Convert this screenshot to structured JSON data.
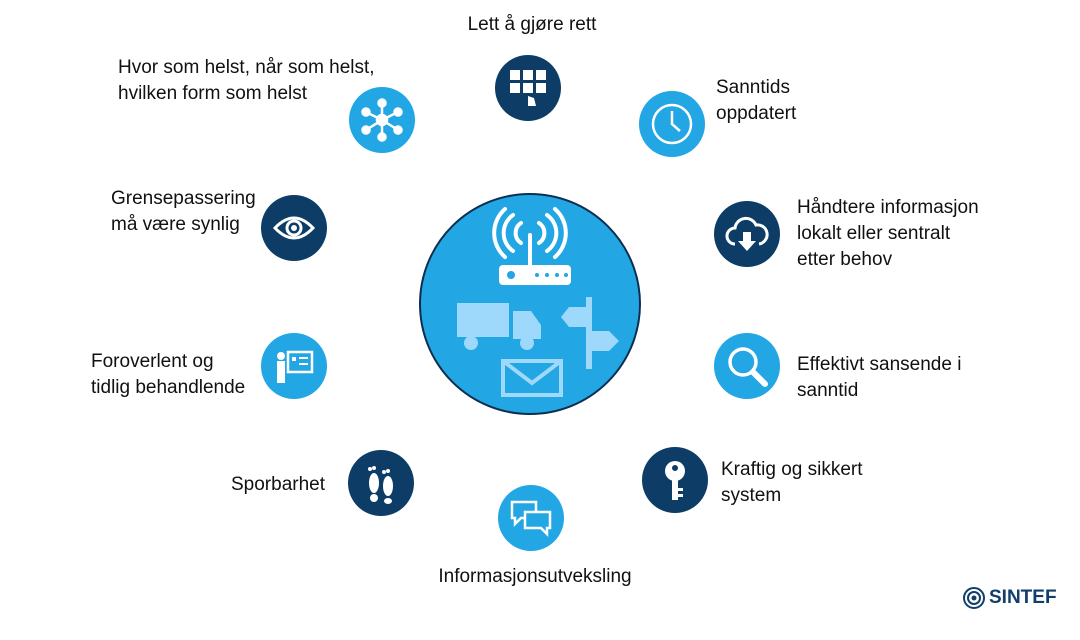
{
  "colors": {
    "dark": "#0d3d66",
    "light": "#23a6e4",
    "center": "#23a6e4",
    "icon_pale": "#9ed8fb"
  },
  "nodes": [
    {
      "id": "top",
      "icon": "apps-grid-icon",
      "lines": [
        "Lett å gjøre rett"
      ],
      "tone": "dark"
    },
    {
      "id": "anywhere",
      "icon": "network-hub-icon",
      "lines": [
        "Hvor som helst, når som helst,",
        "hvilken form som helst"
      ],
      "tone": "light"
    },
    {
      "id": "realtime",
      "icon": "clock-icon",
      "lines": [
        "Sanntids",
        "oppdatert"
      ],
      "tone": "light"
    },
    {
      "id": "border",
      "icon": "eye-icon",
      "lines": [
        "Grensepassering",
        "må være synlig"
      ],
      "tone": "dark"
    },
    {
      "id": "cloud",
      "icon": "cloud-download-icon",
      "lines": [
        "Håndtere informasjon",
        "lokalt eller sentralt",
        "etter behov"
      ],
      "tone": "dark"
    },
    {
      "id": "proactive",
      "icon": "presenter-icon",
      "lines": [
        "Foroverlent og",
        "tidlig behandlende"
      ],
      "tone": "light"
    },
    {
      "id": "sensing",
      "icon": "magnifier-icon",
      "lines": [
        "Effektivt sansende i",
        "sanntid"
      ],
      "tone": "light"
    },
    {
      "id": "trace",
      "icon": "footprints-icon",
      "lines": [
        "Sporbarhet"
      ],
      "tone": "dark"
    },
    {
      "id": "secure",
      "icon": "key-icon",
      "lines": [
        "Kraftig og sikkert",
        "system"
      ],
      "tone": "dark"
    },
    {
      "id": "exchange",
      "icon": "chat-bubbles-icon",
      "lines": [
        "Informasjonsutveksling"
      ],
      "tone": "light"
    }
  ],
  "logo": {
    "text": "SINTEF"
  }
}
